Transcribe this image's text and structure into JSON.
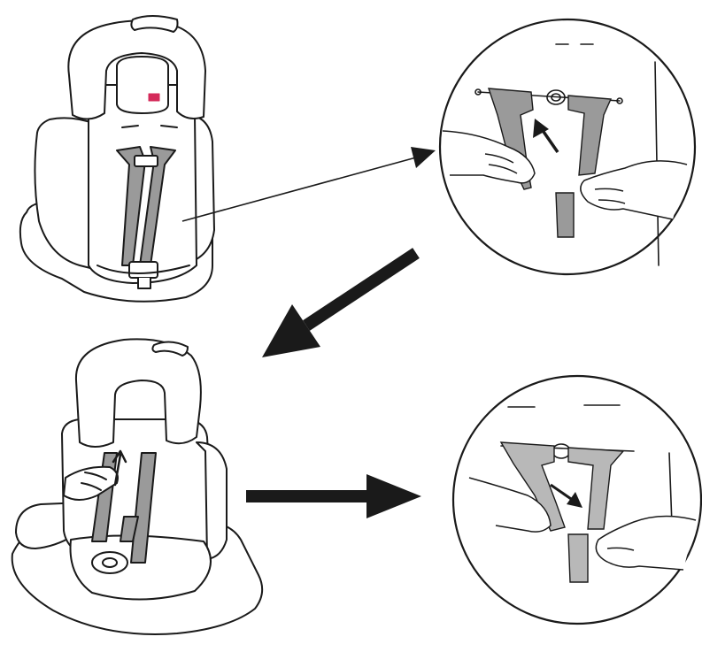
{
  "diagram": {
    "panels": [
      {
        "id": "seat-harness-view",
        "icon": "car-seat-with-harness-icon"
      },
      {
        "id": "detail-pull-strap-up",
        "icon": "strap-release-detail-icon"
      },
      {
        "id": "seat-harness-removed-view",
        "icon": "car-seat-booster-icon"
      },
      {
        "id": "detail-remove-strap",
        "icon": "strap-slide-detail-icon"
      }
    ],
    "connectors": [
      {
        "id": "leader-line",
        "style": "thin"
      },
      {
        "id": "arrow-down-left",
        "style": "bold"
      },
      {
        "id": "arrow-right",
        "style": "bold"
      }
    ],
    "colors": {
      "line": "#1a1a1a",
      "strap": "#9a9a9a",
      "strap_light": "#b8b8b8",
      "accent": "#d42a5a",
      "arrow": "#1a1a1a",
      "background": "#ffffff"
    }
  }
}
